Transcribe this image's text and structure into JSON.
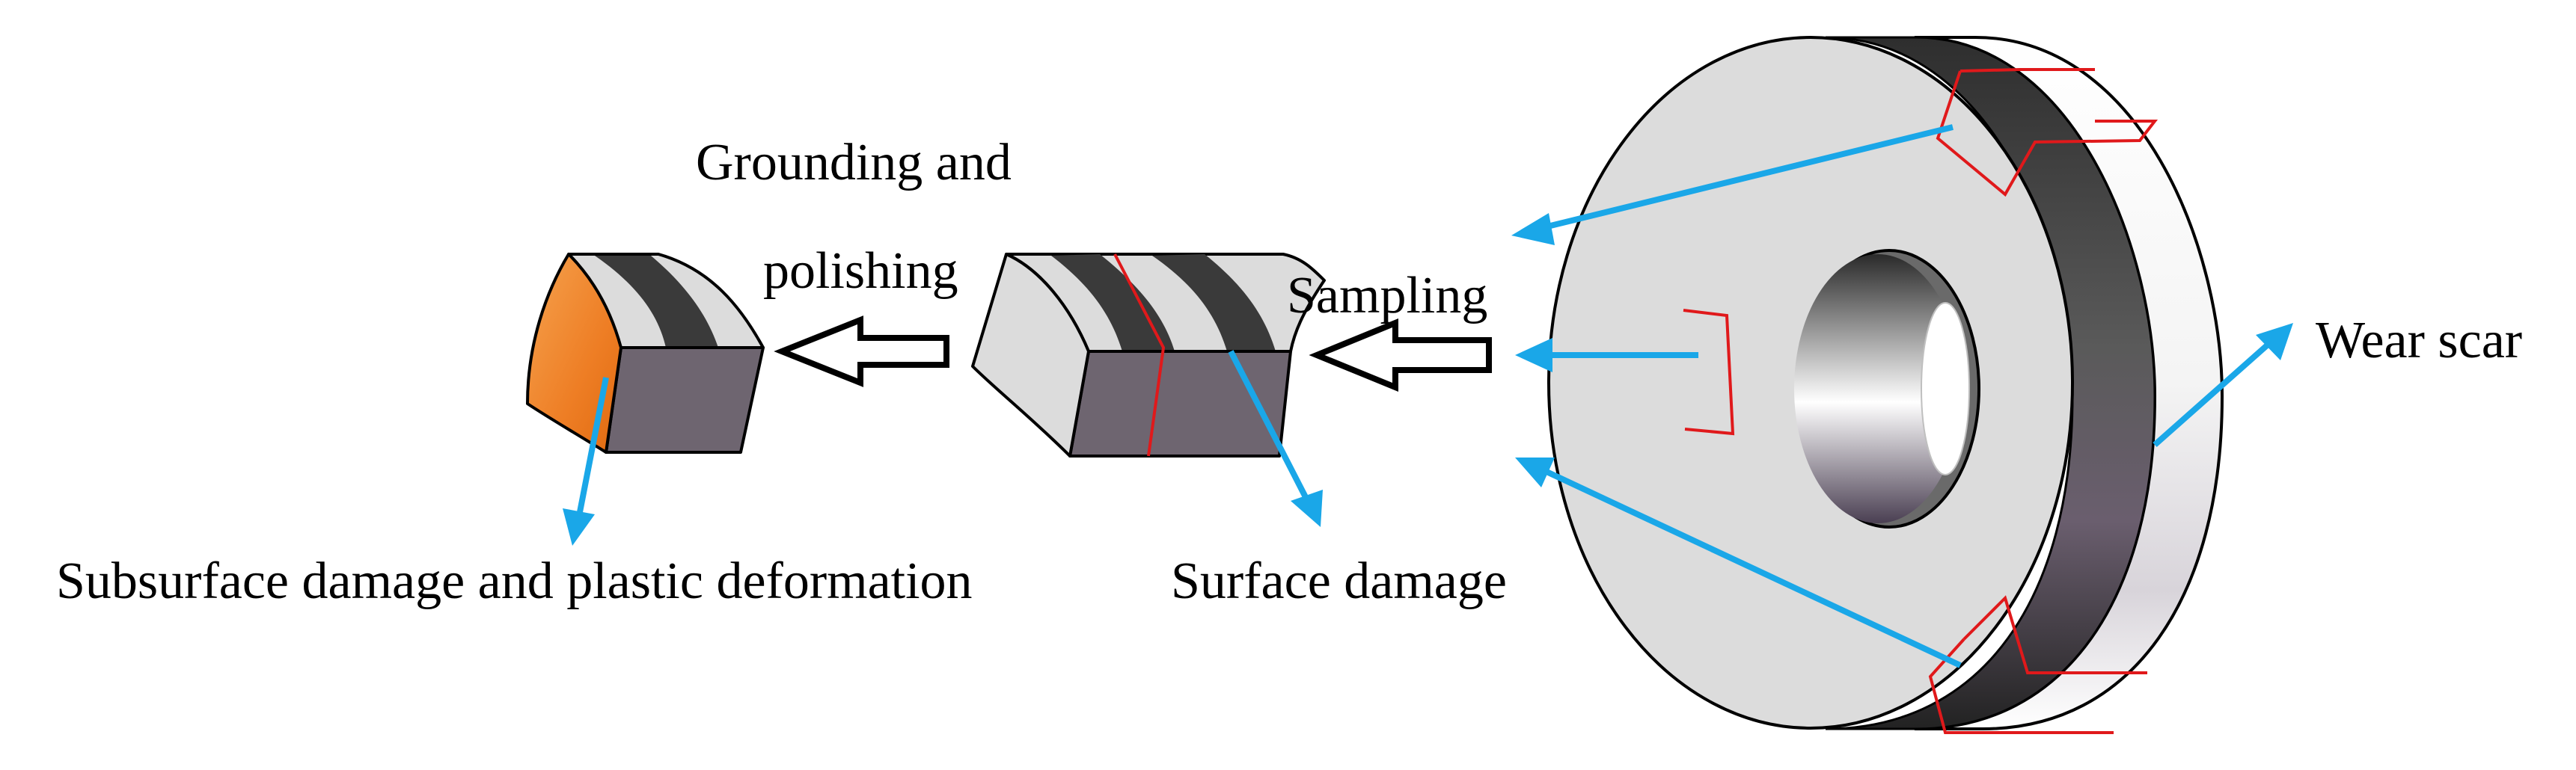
{
  "labels": {
    "grinding_line1": "Grounding and",
    "grinding_line2": "polishing",
    "sampling": "Sampling",
    "wear_scar": "Wear scar",
    "subsurface": "Subsurface damage and plastic deformation",
    "surface": "Surface damage"
  },
  "colors": {
    "arrow_blue": "#1AA7E8",
    "cut_line_red": "#E0191B",
    "ring_face": "#DCDCDC",
    "wear_band": "#3C3C3C",
    "block_side": "#6E6570",
    "polished_face": "#F08A35"
  }
}
